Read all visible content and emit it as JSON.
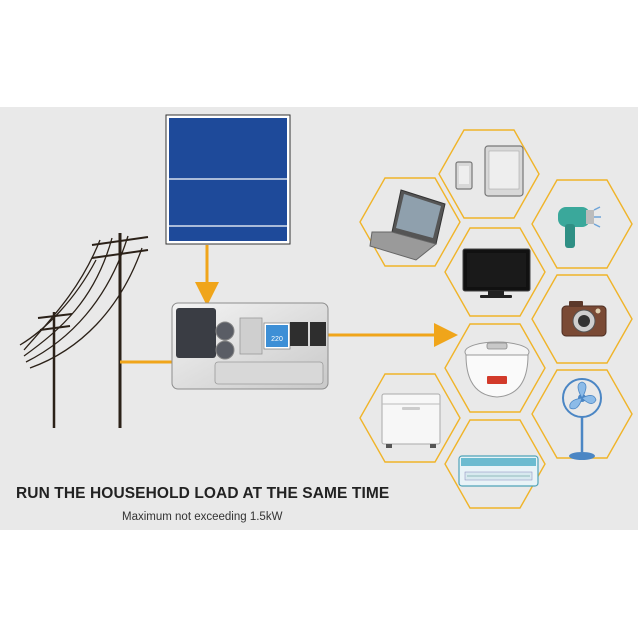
{
  "caption": {
    "headline": "RUN THE HOUSEHOLD LOAD AT THE SAME TIME",
    "subline": "Maximum not exceeding 1.5kW"
  },
  "colors": {
    "background_panel": "#e9e9e9",
    "arrow": "#f0a51a",
    "hex_border": "#f0b429",
    "solar_panel": "#1e4a9a"
  },
  "components": {
    "source": [
      "solar-panel",
      "utility-power-pole"
    ],
    "hub": "portable-power-station",
    "loads": [
      "tablet-and-phone",
      "laptop",
      "hair-dryer",
      "television",
      "camera",
      "rice-cooker",
      "electric-fan",
      "chest-freezer",
      "air-conditioner"
    ]
  },
  "inverter_display": "220"
}
